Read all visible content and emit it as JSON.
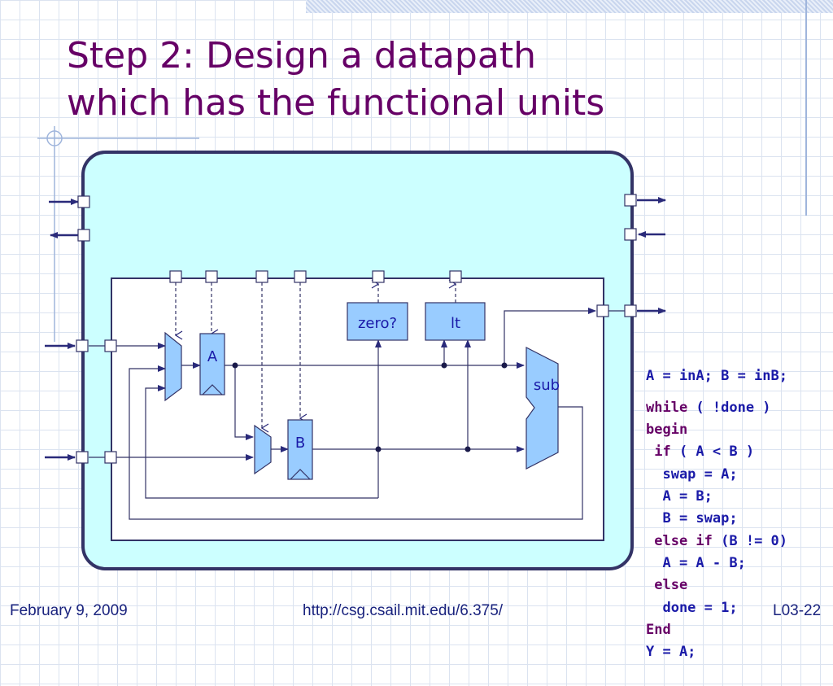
{
  "slide": {
    "title_lines": [
      "Step 2:  Design a datapath",
      "which has the functional units"
    ]
  },
  "diagram": {
    "units": {
      "reg_a": "A",
      "reg_b": "B",
      "zero_test": "zero?",
      "lt_test": "lt",
      "subtractor": "sub"
    }
  },
  "code": {
    "init": "A = inA; B = inB;",
    "lines": [
      {
        "kw": "while",
        "rest": " ( !done )"
      },
      {
        "kw": "begin",
        "rest": ""
      },
      {
        "kw": " if",
        "rest": " ( A < B )"
      },
      {
        "kw": "",
        "rest": "  swap = A;"
      },
      {
        "kw": "",
        "rest": "  A = B;"
      },
      {
        "kw": "",
        "rest": "  B = swap;"
      },
      {
        "kw": " else if",
        "rest": " (B != 0)"
      },
      {
        "kw": "",
        "rest": "  A = A - B;"
      },
      {
        "kw": " else",
        "rest": ""
      },
      {
        "kw": "",
        "rest": "  done = 1;"
      },
      {
        "kw": "End",
        "rest": ""
      },
      {
        "kw": "",
        "rest": "Y = A;"
      }
    ]
  },
  "footer": {
    "date": "February 9, 2009",
    "url": "http://csg.csail.mit.edu/6.375/",
    "slide_number": "L03-22"
  },
  "colors": {
    "title": "#660066",
    "code": "#1a1aa8",
    "keyword": "#660066",
    "module_fill": "#ccffff",
    "unit_fill": "#99ccff",
    "border": "#333366",
    "footer": "#1a237e"
  }
}
